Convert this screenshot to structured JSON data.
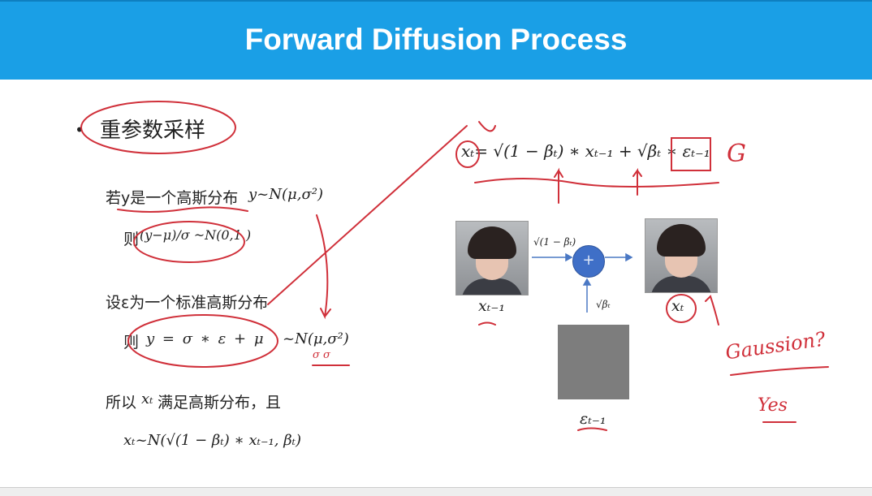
{
  "slide": {
    "title": "Forward Diffusion Process",
    "bullet": "•",
    "heading": "重参数采样",
    "lines": {
      "l1_text": "若y是一个高斯分布 ",
      "l1_math": "y~N(μ,σ²)",
      "l2_text": "则",
      "l2_math": "(y−μ)/σ ~N(0,1 )",
      "l3_text": "设ε为一个标准高斯分布",
      "l4_text": "则",
      "l4_math": "y = σ ∗ ε + μ",
      "l4_dist": "~N(μ,σ²)",
      "l5_text_a": "所以 ",
      "l5_math": "xₜ",
      "l5_text_b": "满足高斯分布，且",
      "l6_math": "xₜ~N(√(1 − βₜ) ∗ xₜ₋₁, βₜ)"
    },
    "equation": "xₜ= √(1 − βₜ) ∗ xₜ₋₁ + √βₜ ∗ εₜ₋₁",
    "diagram": {
      "input_label": "xₜ₋₁",
      "output_label": "xₜ",
      "noise_label": "εₜ₋₁",
      "arrow_label_top": "√(1 − βₜ)",
      "arrow_label_bottom": "√βₜ",
      "plus": "+"
    },
    "annotations": {
      "g": "G",
      "gaussian": "Gaussion?",
      "yes": "Yes",
      "sigma_marks": "σ σ"
    }
  },
  "colors": {
    "header": "#1a9fe6",
    "ink": "#d0303a",
    "node": "#3f6fc7"
  }
}
